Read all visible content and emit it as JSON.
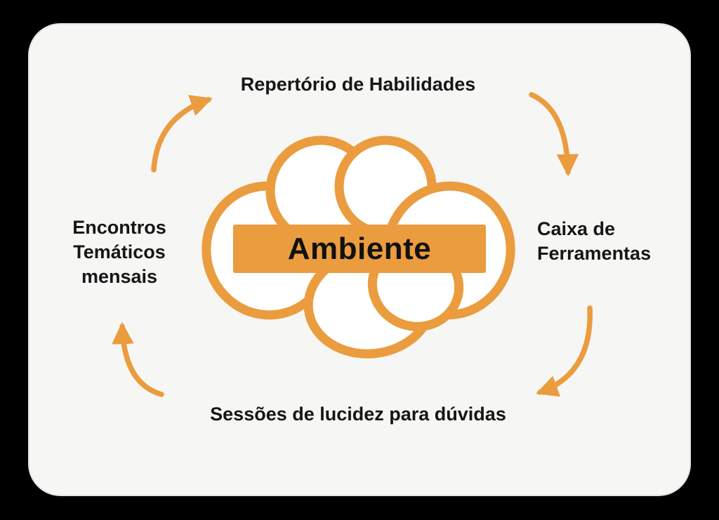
{
  "colors": {
    "accent": "#EA9C3E",
    "ink": "#161616",
    "card_bg": "#F6F6F4",
    "page_bg": "#000000"
  },
  "center": {
    "label": "Ambiente"
  },
  "nodes": {
    "top": {
      "label": "Repertório de Habilidades"
    },
    "right": {
      "line1": "Caixa de",
      "line2": "Ferramentas"
    },
    "bottom": {
      "label": "Sessões de lucidez para dúvidas"
    },
    "left": {
      "line1": "Encontros",
      "line2": "Temáticos",
      "line3": "mensais"
    }
  },
  "icons": {
    "center_graphic": "knot-scribble-icon",
    "arrows": [
      "curved-arrow-left-to-top-icon",
      "curved-arrow-top-to-right-icon",
      "curved-arrow-right-to-bottom-icon",
      "curved-arrow-bottom-to-left-icon"
    ]
  }
}
